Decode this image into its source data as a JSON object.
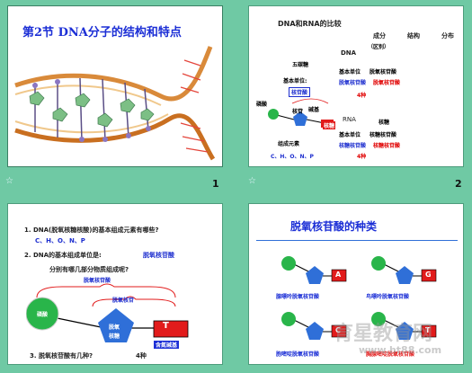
{
  "page_numbers": [
    "1",
    "2"
  ],
  "star_glyph": "☆",
  "slide1": {
    "title": "第2节 DNA分子的结构和特点"
  },
  "slide2": {
    "title": "DNA和RNA的比较",
    "col_headers": [
      "成分",
      "结构",
      "分布"
    ],
    "col_sub": "（区别）",
    "dna_label": "DNA",
    "dna_basic_unit": "基本单位",
    "dna_unit_name": "脱氧核苷酸",
    "dna_unit_red": "脱氧核苷酸",
    "dna_bases": "4种",
    "rna_label": "RNA",
    "rna_basic_unit": "基本单位",
    "rna_unit_name": "核糖核苷酸",
    "rna_unit_red": "核糖核苷酸",
    "rna_bases": "4种",
    "sugar_label": "五碳糖",
    "basic_unit_label": "基本单位:",
    "nucleotide_label": "核苷酸",
    "phosphate_label": "磷酸",
    "base_label": "碱基",
    "nucleoside_label": "核苷",
    "ribose_label": "核糖",
    "composition_label": "组成元素",
    "elements": "C、H、O、N、P",
    "rna_kind": "核糖"
  },
  "slide3": {
    "q1": "1. DNA(脱氧核糖核酸)的基本组成元素有哪些?",
    "a1": "C、H、O、N、P",
    "q2_prefix": "2. DNA的基本组成单位是:",
    "a2": "脱氧核苷酸",
    "q2b": "分别有哪几部分物质组成呢?",
    "brace_top": "脱氧核苷酸",
    "brace_mid": "脱氧核苷",
    "phosphate": "磷酸",
    "sugar_line1": "脱氧",
    "sugar_line2": "核糖",
    "base": "T",
    "base_caption": "含氮碱基",
    "q3": "3. 脱氧核苷酸有几种?",
    "a3": "4种"
  },
  "slide4": {
    "title": "脱氧核苷酸的种类",
    "items": [
      {
        "base": "A",
        "caption": "腺嘌呤脱氧核苷酸"
      },
      {
        "base": "G",
        "caption": "鸟嘌呤脱氧核苷酸"
      },
      {
        "base": "C",
        "caption": "胞嘧啶脱氧核苷酸"
      },
      {
        "base": "T",
        "caption": "胸腺嘧啶脱氧核苷酸"
      }
    ],
    "watermark_line1": "育星教育网",
    "watermark_line2": "www.ht88.com"
  },
  "colors": {
    "background": "#6fc9a4",
    "phosphate": "#29b54a",
    "sugar": "#2f6fd8",
    "base": "#e21b1b",
    "title_blue": "#1c2fd6"
  }
}
